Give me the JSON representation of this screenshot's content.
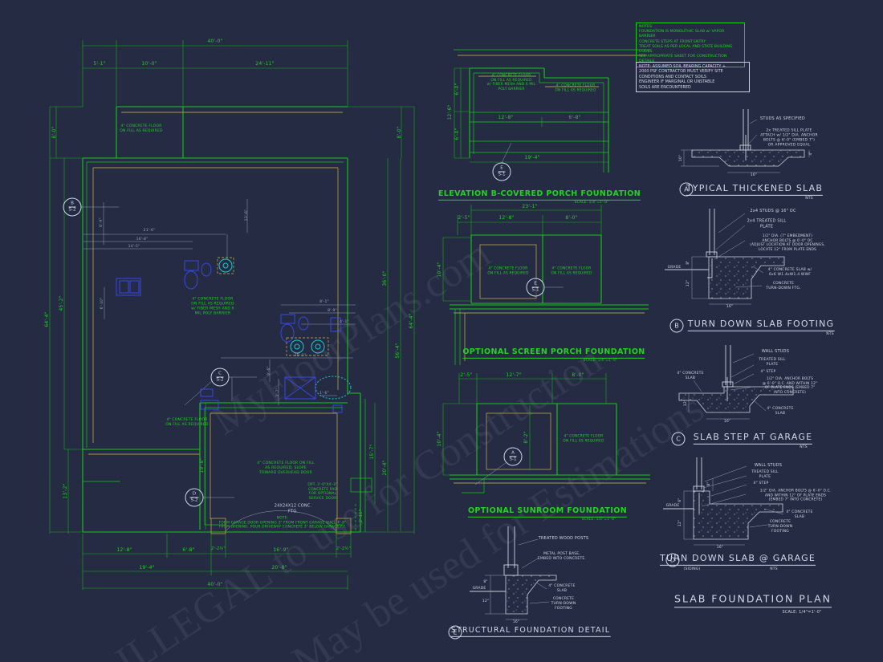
{
  "watermark": {
    "line1": "MyFloorPlans.com",
    "line2": "ILLEGAL to use for Construction",
    "line3": "May be used for Estimations"
  },
  "notes_box1": {
    "title": "NOTES:",
    "lines": [
      "FOUNDATION IS MONOLITHIC SLAB w/ VAPOR BARRIER",
      "CONCRETE STEPS AT FRONT ENTRY",
      "TREAT SOILS AS PER LOCAL AND STATE BUILDING CODES",
      "SEE APPROPRIATE SHEET FOR CONSTRUCTION DETAILS"
    ]
  },
  "notes_box2": {
    "lines": [
      "NOTE: ASSUMED SOIL BEARING CAPACITY +",
      "2000 PSF CONTRACTOR MUST VERIFY SITE",
      "CONDITIONS AND CONTACT SOILS",
      "ENGINEER IF MARGINAL OR UNSTABLE",
      "SOILS ARE ENCOUNTERED"
    ]
  },
  "plan": {
    "dims": {
      "top_overall": "40'-0\"",
      "t1": "5'-1\"",
      "t2": "10'-0\"",
      "t3": "24'-11\"",
      "left_8": "8'-0\"",
      "left_64": "64'-4\"",
      "left_45": "45'-2\"",
      "left_13": "13'-2\"",
      "garage_19": "19'-8\"",
      "right_8": "8'-0\"",
      "right_36": "36'-0\"",
      "right_56": "56'-4\"",
      "right_64": "64'-4\"",
      "right_15": "15'-7\"",
      "right_20": "20'-4\"",
      "right_2": "2'-11\"",
      "b1": "12'-8\"",
      "b2": "6'-8\"",
      "b3": "2'-2½\"",
      "b4": "16'-9\"",
      "b5": "2'-2½\"",
      "b6": "19'-4\"",
      "b7": "20'-8\"",
      "b8": "40'-0\""
    },
    "floor_notes": {
      "porch": "4\" CONCRETE FLOOR\nON FILL AS REQUIRED",
      "main": "4\" CONCRETE FLOOR\nON FILL AS REQUIRED\nw/ FIBER MESH AND 6\nMIL POLY BARRIER",
      "left": "4\" CONCRETE FLOOR\nON FILL AS REQUIRED",
      "garage": "4\" CONCRETE FLOOR ON FILL\nAS REQUIRED, SLOPE\nTOWARD OVERHEAD DOOR",
      "service_pad": "OPT. 3'-0\"X4'-0\"\nCONCRETE PAD\nFOR OPTIONAL\nSERVICE DOOR",
      "garage_note": "NOTE:\nFORM GARAGE DOOR OPENING 3\" FROM FRONT GARAGE WALL 4'-8\"\nFROM OPENING. POUR DRIVEWAY CONCRETE 3\" BELOW GARAGE F.F.",
      "footing": "24X24X12 CONC.\nFTG."
    },
    "small_dims": [
      "21'-6\"",
      "16'-8\"",
      "14'-5\"",
      "6'-9\"",
      "6'-10\"",
      "8'-1\"",
      "8'-9\"",
      "4'-1\"",
      "15'-1\"",
      "9'-6\"",
      "3'-7\"",
      "1'-6\"",
      "13'-6\""
    ],
    "tags": {
      "b": {
        "letter": "B",
        "sheet": "S-2"
      },
      "c": {
        "letter": "C",
        "sheet": "S-2"
      },
      "d": {
        "letter": "D",
        "sheet": "S-2"
      }
    }
  },
  "porch_elev": {
    "title": "ELEVATION B-COVERED PORCH FOUNDATION",
    "scale": "SCALE: 1/4\"=1'-0\"",
    "dims": {
      "d6a": "6'-0\"",
      "d126": "12'-6\"",
      "d6b": "6'-0\"",
      "d128": "12'-8\"",
      "d68": "6'-8\"",
      "d194": "19'-4\""
    },
    "note1": "4\" CONCRETE FLOOR\nON FILL AS REQUIRED\nw/ FIBER MESH AND 6 MIL\nPOLY BARRIER",
    "note2": "4\" CONCRETE FLOOR\nON FILL AS REQUIRED",
    "tag": {
      "letter": "E",
      "sheet": "S-1"
    }
  },
  "screen_porch": {
    "title": "OPTIONAL SCREEN PORCH FOUNDATION",
    "scale": "SCALE: 1/4\"=1'-0\"",
    "dims": {
      "d231": "23'-1\"",
      "d25": "2'-5\"",
      "d128": "12'-8\"",
      "d80": "8'-0\"",
      "d104": "10'-4\""
    },
    "note1": "4\" CONCRETE FLOOR\nON FILL AS REQUIRED",
    "note2": "4\" CONCRETE FLOOR\nON FILL AS REQUIRED",
    "tag": {
      "letter": "E",
      "sheet": "S-1"
    }
  },
  "sunroom": {
    "title": "OPTIONAL SUNROOM FOUNDATION",
    "scale": "SCALE: 1/4\"=1'-0\"",
    "dims": {
      "d25": "2'-5\"",
      "d127": "12'-7\"",
      "d80": "8'-0\"",
      "d104": "10'-4\"",
      "d82": "8'-2\""
    },
    "note1": "4\" CONCRETE FLOOR\nON FILL AS REQUIRED",
    "tag": {
      "letter": "A",
      "sheet": "S-1"
    }
  },
  "detail_e": {
    "letter": "E",
    "title": "STRUCTURAL FOUNDATION DETAIL",
    "labels": {
      "posts": "TREATED WOOD POSTS",
      "base": "METAL POST BASE,\nEMBED INTO CONCRETE.",
      "slab": "4\" CONCRETE\nSLAB",
      "footing": "CONCRETE\nTURN-DOWN\nFOOTING",
      "grade": "GRADE"
    },
    "dims": {
      "d8": "8\"",
      "d12": "12\"",
      "d16": "16\""
    }
  },
  "detail_a": {
    "letter": "A",
    "title": "TYPICAL THICKENED SLAB",
    "nts": "NTS",
    "labels": {
      "studs": "STUDS AS SPECIFIED",
      "sill": "2x TREATED SILL PLATE\nATTACH w/ 1/2\" DIA. ANCHOR\nBOLTS @ 6'-0\" (EMBED 7\")\nOR APPROVED EQUAL"
    },
    "dims": {
      "d10": "10\"",
      "d4": "4\"",
      "d16": "16\""
    }
  },
  "detail_b": {
    "letter": "B",
    "title": "TURN DOWN SLAB FOOTING",
    "nts": "NTS",
    "labels": {
      "studs": "2x4 STUDS @ 16\" OC",
      "sill": "2x4 TREATED SILL\nPLATE",
      "anchor": "1/2\" DIA. (7\" EMBEDMENT)\nANCHOR BOLTS @ 6'-0\" OC\n(ADJUST LOCATION AT DOOR OPENINGS,\nLOCATE 12\" FROM PLATE ENDS",
      "slab": "4\" CONCRETE SLAB w/\n6x6 W1.4xW1.4 WWF",
      "footing": "CONCRETE\nTURN-DOWN FTG.",
      "grade": "GRADE"
    },
    "dims": {
      "d8": "8\"",
      "d12": "12\"",
      "d16": "16\""
    }
  },
  "detail_c": {
    "letter": "C",
    "title": "SLAB STEP AT GARAGE",
    "nts": "NTS",
    "labels": {
      "studs": "WALL STUDS",
      "sill": "TREATED SILL\nPLATE",
      "step": "4\" STEP",
      "anchor": "1/2\" DIA. ANCHOR BOLTS\n@ 6'-0\" O.C. AND WITHIN 12\"\nOF PLATE ENDS (EMBED 7\"\nINTO CONCRETE)",
      "slab_left": "4\" CONCRETE\nSLAB",
      "slab_right": "4\" CONCRETE\nSLAB"
    },
    "dims": {
      "d12": "12\"",
      "d16": "16\""
    }
  },
  "detail_d": {
    "letter": "D",
    "title": "TURN DOWN SLAB @ GARAGE",
    "siding": "(SIDING)",
    "nts": "NTS",
    "labels": {
      "studs": "WALL STUDS",
      "sill": "TREATED SILL\nPLATE",
      "step": "4\" STEP",
      "anchor": "1/2\" DIA. ANCHOR BOLTS @ 6'-0\" O.C.\nAND WITHIN 12\" OF PLATE ENDS\n(EMBED 7\" INTO CONCRETE)",
      "slab": "4\" CONCRETE\nSLAB",
      "footing": "CONCRETE\nTURN-DOWN\nFOOTING",
      "grade": "GRADE"
    },
    "dims": {
      "d8": "8\"",
      "d6": "6\"",
      "d12": "12\"",
      "d16": "16\""
    }
  },
  "sheet_title": {
    "title": "SLAB FOUNDATION PLAN",
    "scale": "SCALE: 1/4\"=1'-0\""
  }
}
